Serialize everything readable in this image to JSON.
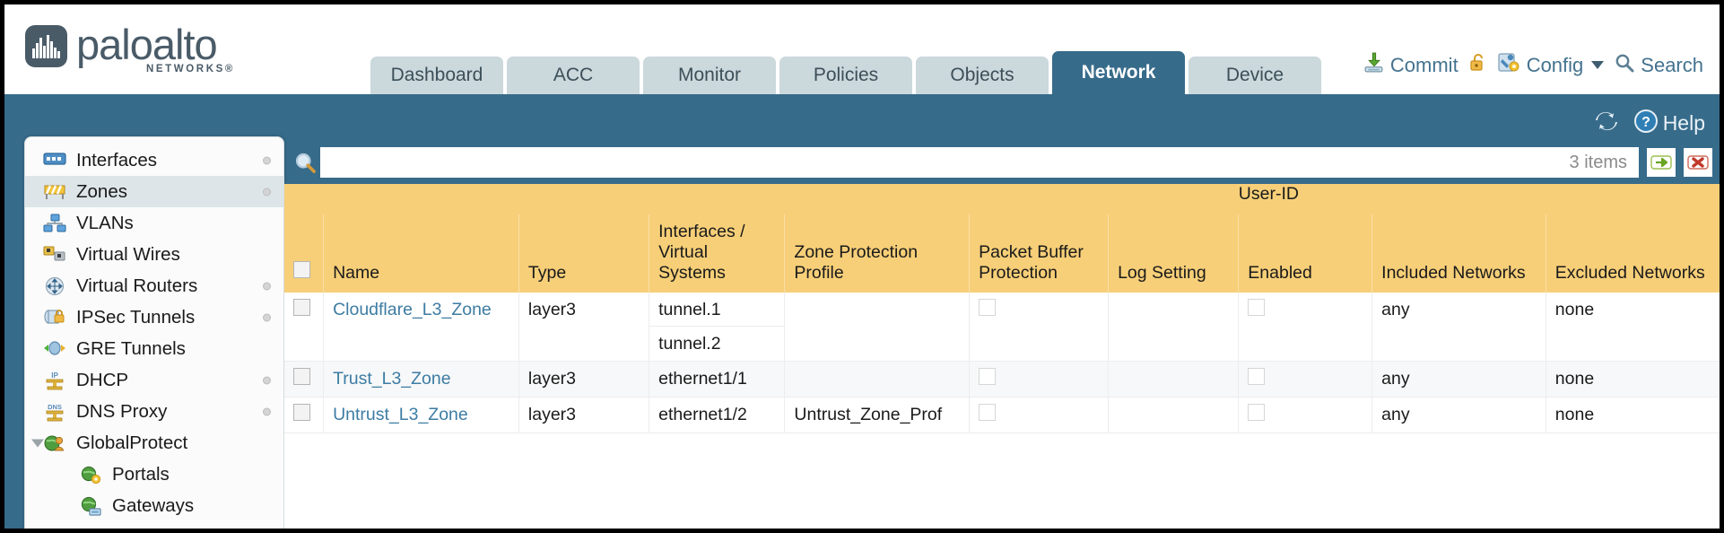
{
  "brand": {
    "name": "paloalto",
    "tagline": "NETWORKS",
    "registered": "®"
  },
  "nav": {
    "tabs": [
      {
        "label": "Dashboard",
        "active": false
      },
      {
        "label": "ACC",
        "active": false
      },
      {
        "label": "Monitor",
        "active": false
      },
      {
        "label": "Policies",
        "active": false
      },
      {
        "label": "Objects",
        "active": false
      },
      {
        "label": "Network",
        "active": true
      },
      {
        "label": "Device",
        "active": false
      }
    ]
  },
  "header_actions": {
    "commit": "Commit",
    "config": "Config",
    "search": "Search"
  },
  "toolbar": {
    "help": "Help"
  },
  "sidebar": {
    "items": [
      {
        "label": "Interfaces",
        "icon": "interfaces-icon",
        "selected": false,
        "dot": true,
        "child": false,
        "expander": false
      },
      {
        "label": "Zones",
        "icon": "zones-icon",
        "selected": true,
        "dot": true,
        "child": false,
        "expander": false
      },
      {
        "label": "VLANs",
        "icon": "vlans-icon",
        "selected": false,
        "dot": false,
        "child": false,
        "expander": false
      },
      {
        "label": "Virtual Wires",
        "icon": "virtual-wires-icon",
        "selected": false,
        "dot": false,
        "child": false,
        "expander": false
      },
      {
        "label": "Virtual Routers",
        "icon": "virtual-routers-icon",
        "selected": false,
        "dot": true,
        "child": false,
        "expander": false
      },
      {
        "label": "IPSec Tunnels",
        "icon": "ipsec-tunnels-icon",
        "selected": false,
        "dot": true,
        "child": false,
        "expander": false
      },
      {
        "label": "GRE Tunnels",
        "icon": "gre-tunnels-icon",
        "selected": false,
        "dot": false,
        "child": false,
        "expander": false
      },
      {
        "label": "DHCP",
        "icon": "dhcp-icon",
        "selected": false,
        "dot": true,
        "child": false,
        "expander": false
      },
      {
        "label": "DNS Proxy",
        "icon": "dns-proxy-icon",
        "selected": false,
        "dot": true,
        "child": false,
        "expander": false
      },
      {
        "label": "GlobalProtect",
        "icon": "globalprotect-icon",
        "selected": false,
        "dot": false,
        "child": false,
        "expander": true
      },
      {
        "label": "Portals",
        "icon": "portals-icon",
        "selected": false,
        "dot": false,
        "child": true,
        "expander": false
      },
      {
        "label": "Gateways",
        "icon": "gateways-icon",
        "selected": false,
        "dot": false,
        "child": true,
        "expander": false
      }
    ]
  },
  "search": {
    "value": "",
    "placeholder": "",
    "items_count": "3 items"
  },
  "table": {
    "group_header": "User-ID",
    "columns": [
      "Name",
      "Type",
      "Interfaces / Virtual Systems",
      "Zone Protection Profile",
      "Packet Buffer Protection",
      "Log Setting",
      "Enabled",
      "Included Networks",
      "Excluded Networks"
    ],
    "rows": [
      {
        "name": "Cloudflare_L3_Zone",
        "type": "layer3",
        "interfaces": [
          "tunnel.1",
          "tunnel.2"
        ],
        "zone_protection_profile": "",
        "packet_buffer_protection": false,
        "log_setting": "",
        "userid_enabled": false,
        "included_networks": "any",
        "excluded_networks": "none"
      },
      {
        "name": "Trust_L3_Zone",
        "type": "layer3",
        "interfaces": [
          "ethernet1/1"
        ],
        "zone_protection_profile": "",
        "packet_buffer_protection": false,
        "log_setting": "",
        "userid_enabled": false,
        "included_networks": "any",
        "excluded_networks": "none"
      },
      {
        "name": "Untrust_L3_Zone",
        "type": "layer3",
        "interfaces": [
          "ethernet1/2"
        ],
        "zone_protection_profile": "Untrust_Zone_Prof",
        "packet_buffer_protection": false,
        "log_setting": "",
        "userid_enabled": false,
        "included_networks": "any",
        "excluded_networks": "none"
      }
    ]
  },
  "colors": {
    "brand_blue": "#376b8a",
    "tab_inactive": "#cbd8dc",
    "table_header_gold": "#f7cf78",
    "group_header_gold": "#e0ad4b",
    "link_blue": "#3d7ca3"
  }
}
